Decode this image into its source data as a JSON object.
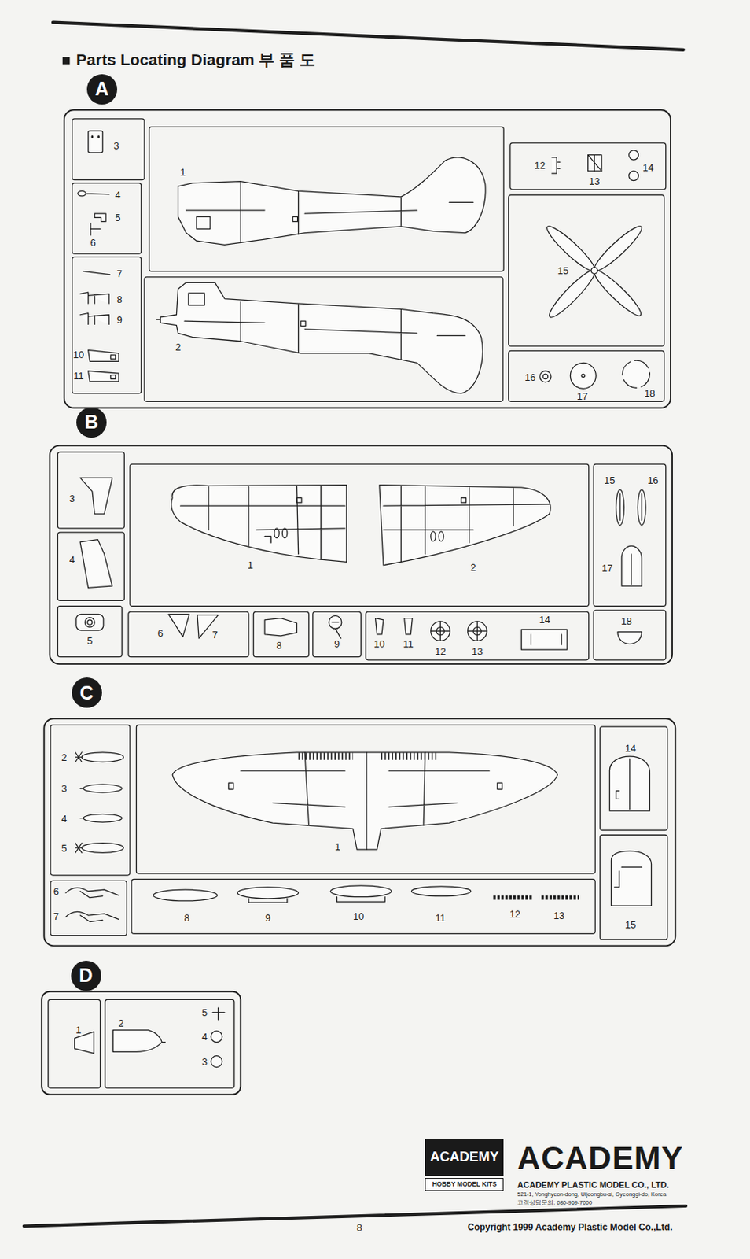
{
  "diagram": {
    "title": "Parts Locating Diagram 부 품 도",
    "nodes": [
      {
        "text": [
          "A"
        ]
      },
      {
        "text": [
          "B"
        ]
      },
      {
        "text": [
          "C"
        ]
      },
      {
        "text": [
          "D"
        ]
      },
      {
        "text": [
          "ACADEMY"
        ]
      },
      {
        "text": [
          "HOBBY MODEL KITS"
        ]
      }
    ],
    "labels": [
      "3",
      "4",
      "5",
      "6",
      "7",
      "8",
      "9",
      "10",
      "11",
      "1",
      "2",
      "12",
      "13",
      "14",
      "15",
      "16",
      "17",
      "18",
      "3",
      "4",
      "1",
      "2",
      "15",
      "16",
      "17",
      "5",
      "6",
      "7",
      "8",
      "9",
      "10",
      "11",
      "12",
      "13",
      "14",
      "18",
      "2",
      "3",
      "4",
      "5",
      "1",
      "14",
      "6",
      "7",
      "8",
      "9",
      "10",
      "11",
      "12",
      "13",
      "15",
      "1",
      "2",
      "5",
      "4",
      "3",
      "ACADEMY",
      "ACADEMY PLASTIC MODEL CO., LTD.",
      "521-1, Yonghyeon-dong, Uijeongbu-si, Gyeonggi-do, Korea",
      "고객상담문의: 080-969-7000",
      "8",
      "Copyright 1999 Academy Plastic Model Co.,Ltd."
    ]
  }
}
